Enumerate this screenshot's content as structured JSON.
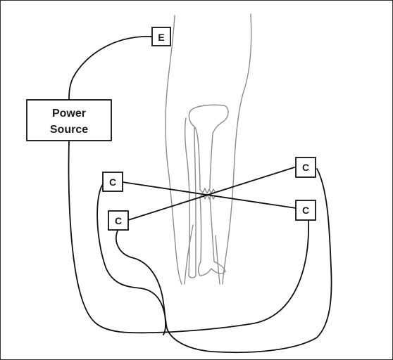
{
  "power_source": {
    "line1": "Power",
    "line2": "Source"
  },
  "electrodes": {
    "e": "E",
    "c_top_left": "C",
    "c_mid_left": "C",
    "c_top_right": "C",
    "c_mid_right": "C"
  },
  "colors": {
    "wire": "#111111",
    "box_stroke": "#111111",
    "limb_outline": "#8c8c8c",
    "background": "#ffffff"
  }
}
